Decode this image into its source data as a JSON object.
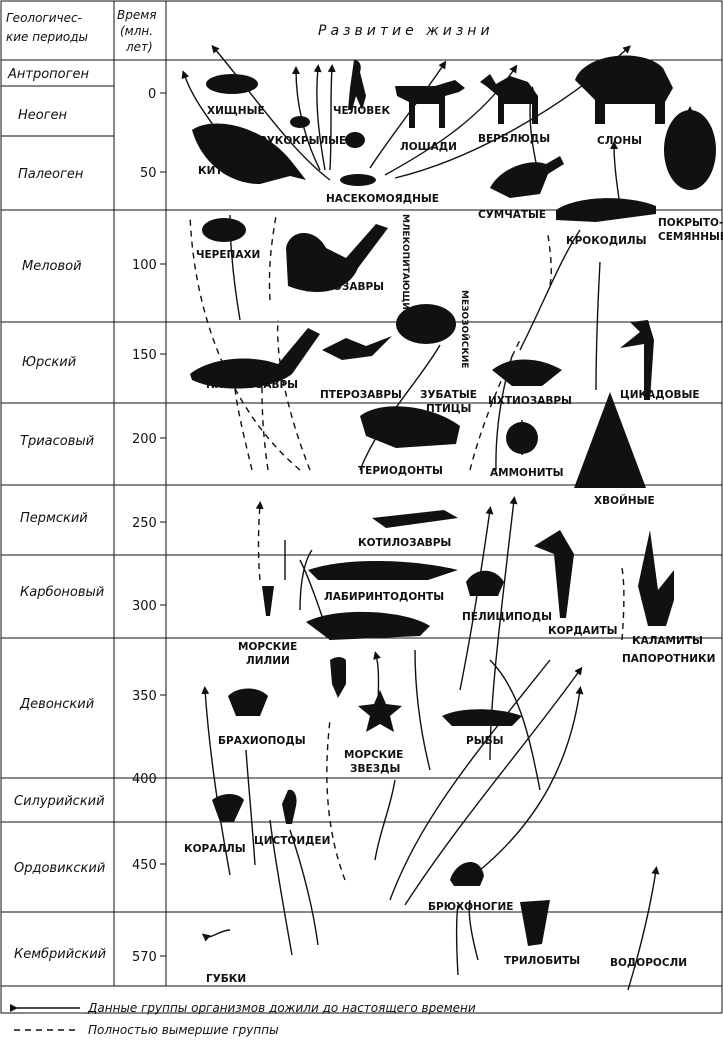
{
  "header": {
    "col_periods": [
      "Геологичес-",
      "кие периоды"
    ],
    "col_time": [
      "Время",
      "(млн.",
      "лет)"
    ],
    "title": "Развитие жизни"
  },
  "periods": [
    "Антропоген",
    "Неоген",
    "Палеоген",
    "Меловой",
    "Юрский",
    "Триасовый",
    "Пермский",
    "Карбоновый",
    "Девонский",
    "Силурийский",
    "Ордовикский",
    "Кембрийский"
  ],
  "time_ticks": [
    "0",
    "50",
    "100",
    "150",
    "200",
    "250",
    "300",
    "350",
    "400",
    "450",
    "570"
  ],
  "organisms": {
    "hishchnye": "ХИЩНЫЕ",
    "chelovek": "ЧЕЛОВЕК",
    "rukokrylye": "РУКОКРЫЛЫЕ",
    "loshadi": "ЛОШАДИ",
    "verblyudy": "ВЕРБЛЮДЫ",
    "slony": "СЛОНЫ",
    "kity": "КИТЫ",
    "nasekomoyadnye": "НАСЕКОМОЯДНЫЕ",
    "sumchatye": "СУМЧАТЫЕ",
    "pokrytosemennye_1": "ПОКРЫТО-",
    "pokrytosemennye_2": "СЕМЯННЫЕ",
    "krokodily": "КРОКОДИЛЫ",
    "cherepakhi": "ЧЕРЕПАХИ",
    "dinozavry": "ДИНОЗАВРЫ",
    "plezozavry": "ПЛЕЗИОЗАВРЫ",
    "pterozavry": "ПТЕРОЗАВРЫ",
    "zubatye_ptitsy_1": "ЗУБАТЫЕ",
    "zubatye_ptitsy_2": "ПТИЦЫ",
    "ikhtiozavry": "ИХТИОЗАВРЫ",
    "tsikadovye": "ЦИКАДОВЫЕ",
    "teriodonty": "ТЕРИОДОНТЫ",
    "ammonity": "АММОНИТЫ",
    "khvoynye": "ХВОЙНЫЕ",
    "kotilozavry": "КОТИЛОЗАВРЫ",
    "labirintodonty": "ЛАБИРИНТОДОНТЫ",
    "pelitsipody": "ПЕЛИЦИПОДЫ",
    "kordaity": "КОРДАИТЫ",
    "morskie_lilii_1": "МОРСКИЕ",
    "morskie_lilii_2": "ЛИЛИИ",
    "kalamity": "КАЛАМИТЫ",
    "paporotniki": "ПАПОРОТНИКИ",
    "brakhiopody": "БРАХИОПОДЫ",
    "morskie_zvezdy_1": "МОРСКИЕ",
    "morskie_zvezdy_2": "ЗВЕЗДЫ",
    "ryby": "РЫБЫ",
    "korally": "КОРАЛЛЫ",
    "tsistoidei": "ЦИСТОИДЕИ",
    "bryukhonogie": "БРЮХОНОГИЕ",
    "trilobity": "ТРИЛОБИТЫ",
    "vodorosli": "ВОДОРОСЛИ",
    "gubki": "ГУБКИ",
    "mlekopitayushchie": "МЛЕКОПИТАЮЩИЕ",
    "mlekopitayushchie_split": "МЕЗОЗОЙСКИЕ"
  },
  "legend": {
    "solid": "Данные группы организмов дожили до настоящего времени",
    "dashed": "Полностью вымершие группы"
  }
}
